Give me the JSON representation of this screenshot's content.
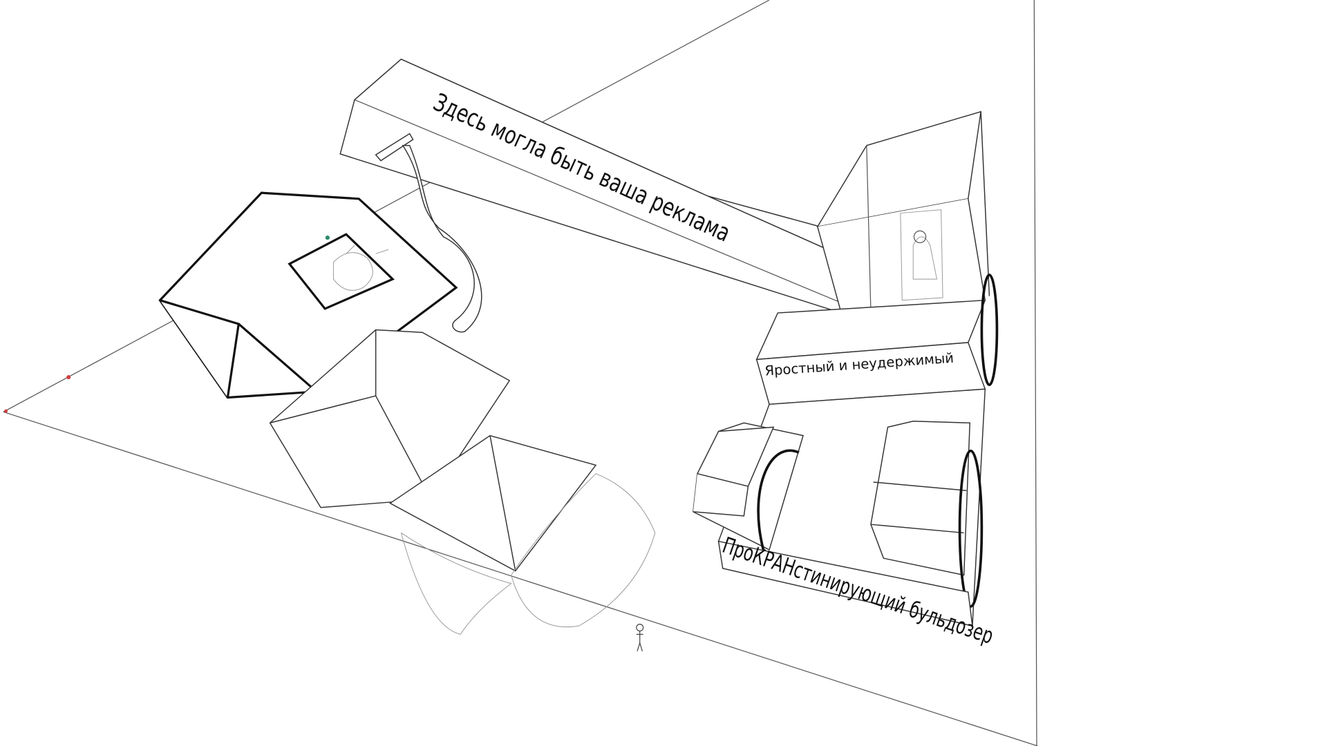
{
  "drawing": {
    "beam_label": "Здесь могла быть ваша реклама",
    "cabin_label": "Яростный и неудержимый",
    "base_label": "ПроКРАНстинирующий бульдозер"
  },
  "colors": {
    "background": "#ffffff",
    "ink": "#111111",
    "guide_point": "#d04040"
  }
}
